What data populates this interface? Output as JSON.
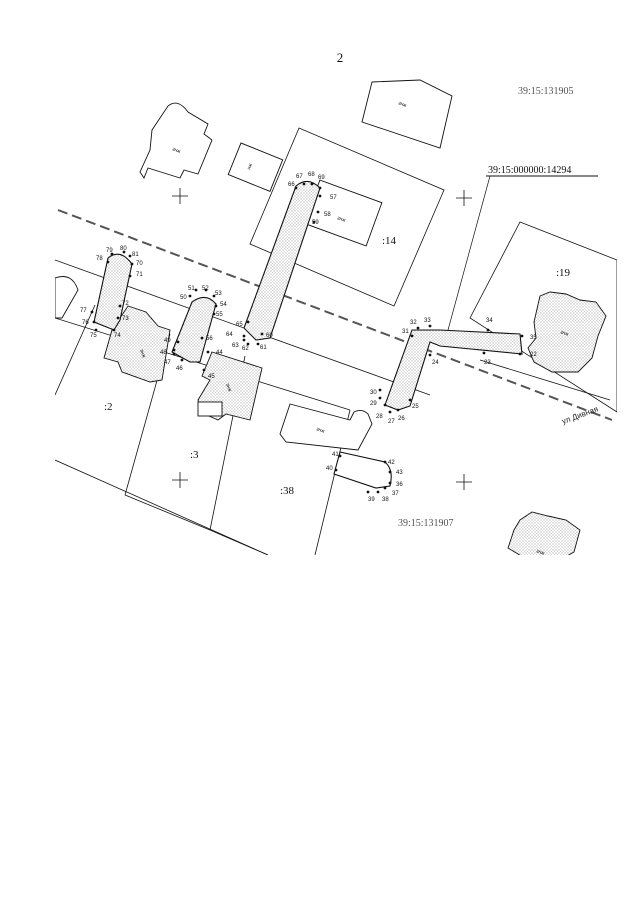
{
  "page_number": "2",
  "quarters": [
    "39:15:131905",
    "39:15:131907"
  ],
  "main_parcel": "39:15:000000:14294",
  "parcels": [
    ":14",
    ":19",
    ":2",
    ":3",
    ":38"
  ],
  "street": "ул Дивная",
  "building_label": "знж",
  "building_label_small": "нж",
  "points": [
    "22",
    "23",
    "24",
    "25",
    "26",
    "27",
    "28",
    "29",
    "30",
    "31",
    "32",
    "33",
    "34",
    "35",
    "36",
    "37",
    "38",
    "39",
    "40",
    "41",
    "42",
    "43",
    "44",
    "45",
    "46",
    "47",
    "48",
    "49",
    "50",
    "51",
    "52",
    "53",
    "54",
    "55",
    "56",
    "57",
    "58",
    "59",
    "60",
    "61",
    "62",
    "63",
    "64",
    "65",
    "66",
    "67",
    "68",
    "69",
    "70",
    "71",
    "72",
    "73",
    "74",
    "75",
    "76",
    "77",
    "78",
    "79",
    "80",
    "81"
  ]
}
